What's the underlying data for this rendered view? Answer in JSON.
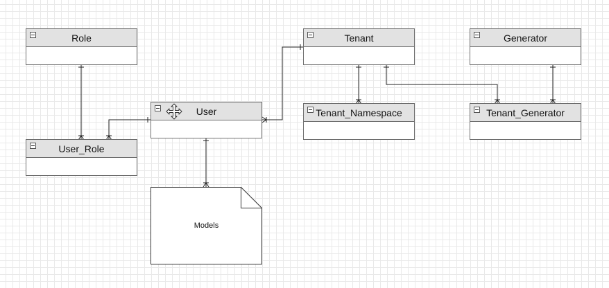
{
  "diagram": {
    "entities": [
      {
        "id": "role",
        "label": "Role"
      },
      {
        "id": "user_role",
        "label": "User_Role"
      },
      {
        "id": "user",
        "label": "User"
      },
      {
        "id": "tenant",
        "label": "Tenant"
      },
      {
        "id": "tenant_namespace",
        "label": "Tenant_Namespace"
      },
      {
        "id": "generator",
        "label": "Generator"
      },
      {
        "id": "tenant_generator",
        "label": "Tenant_Generator"
      }
    ],
    "note": {
      "label": "Models"
    },
    "relationships": [
      {
        "from": "role",
        "to": "user_role",
        "from_cardinality": "one",
        "to_cardinality": "many"
      },
      {
        "from": "user",
        "to": "user_role",
        "from_cardinality": "one",
        "to_cardinality": "many"
      },
      {
        "from": "tenant",
        "to": "user",
        "from_cardinality": "one",
        "to_cardinality": "many"
      },
      {
        "from": "user",
        "to": "models",
        "from_cardinality": "one",
        "to_cardinality": "many"
      },
      {
        "from": "tenant",
        "to": "tenant_namespace",
        "from_cardinality": "one",
        "to_cardinality": "many"
      },
      {
        "from": "tenant",
        "to": "tenant_generator",
        "from_cardinality": "one",
        "to_cardinality": "many"
      },
      {
        "from": "generator",
        "to": "tenant_generator",
        "from_cardinality": "one",
        "to_cardinality": "many"
      }
    ]
  }
}
